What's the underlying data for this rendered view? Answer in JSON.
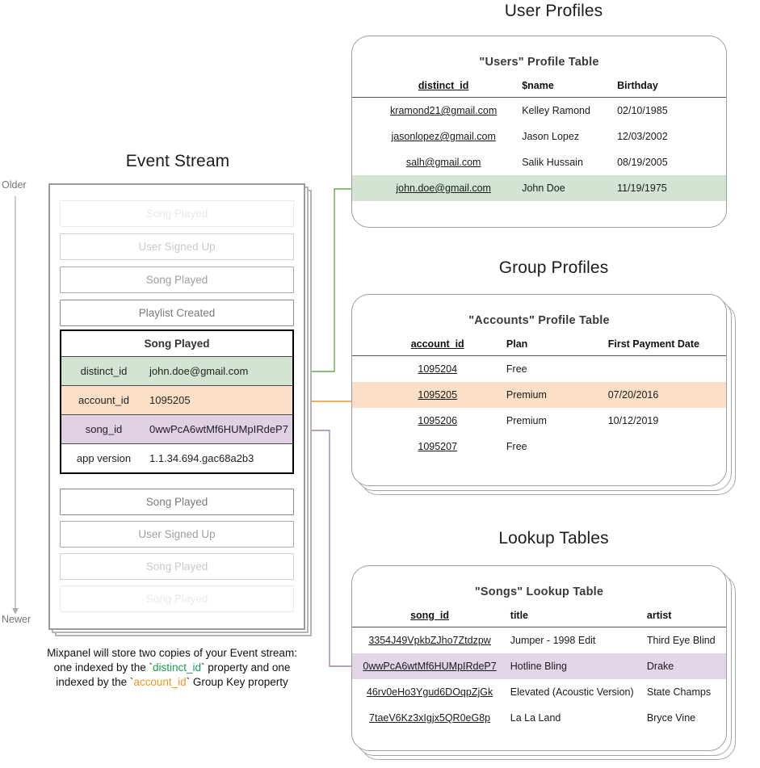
{
  "event_stream": {
    "title": "Event Stream",
    "axis": {
      "older_label": "Older",
      "newer_label": "Newer"
    },
    "events_before": [
      {
        "label": "Song Played",
        "fade": "fade-3"
      },
      {
        "label": "User Signed Up",
        "fade": "fade-2"
      },
      {
        "label": "Song Played",
        "fade": "fade-1"
      },
      {
        "label": "Playlist Created",
        "fade": "fade-0"
      }
    ],
    "expanded_event": {
      "name": "Song Played",
      "properties": [
        {
          "key": "distinct_id",
          "value": "john.doe@gmail.com",
          "highlight": "green"
        },
        {
          "key": "account_id",
          "value": "1095205",
          "highlight": "orange"
        },
        {
          "key": "song_id",
          "value": "0wwPcA6wtMf6HUMpIRdeP7",
          "highlight": "purple"
        },
        {
          "key": "app version",
          "value": "1.1.34.694.gac68a2b3",
          "highlight": "plain"
        }
      ]
    },
    "events_after": [
      {
        "label": "Song Played",
        "fade": "fade-0"
      },
      {
        "label": "User Signed Up",
        "fade": "fade-1"
      },
      {
        "label": "Song Played",
        "fade": "fade-2"
      },
      {
        "label": "Song Played",
        "fade": "fade-3"
      }
    ],
    "caption": {
      "line1": "Mixpanel will store two copies of your Event stream:",
      "line2_pre": "one indexed by the `",
      "line2_token": "distinct_id",
      "line2_post": "` property and one",
      "line3_pre": "indexed by the `",
      "line3_token": "account_id",
      "line3_post": "` Group Key property"
    }
  },
  "user_profiles": {
    "section_title": "User Profiles",
    "table_title": "\"Users\" Profile Table",
    "columns": [
      "distinct_id",
      "$name",
      "Birthday"
    ],
    "rows": [
      {
        "distinct_id": "kramond21@gmail.com",
        "name": "Kelley Ramond",
        "birthday": "02/10/1985",
        "highlight": ""
      },
      {
        "distinct_id": "jasonlopez@gmail.com",
        "name": "Jason Lopez",
        "birthday": "12/03/2002",
        "highlight": ""
      },
      {
        "distinct_id": "salh@gmail.com",
        "name": "Salik Hussain",
        "birthday": "08/19/2005",
        "highlight": ""
      },
      {
        "distinct_id": "john.doe@gmail.com",
        "name": "John Doe",
        "birthday": "11/19/1975",
        "highlight": "hl-green"
      }
    ]
  },
  "group_profiles": {
    "section_title": "Group Profiles",
    "table_title": "\"Accounts\" Profile Table",
    "columns": [
      "account_id",
      "Plan",
      "First Payment Date"
    ],
    "rows": [
      {
        "account_id": "1095204",
        "plan": "Free",
        "first_payment": "",
        "highlight": ""
      },
      {
        "account_id": "1095205",
        "plan": "Premium",
        "first_payment": "07/20/2016",
        "highlight": "hl-orange"
      },
      {
        "account_id": "1095206",
        "plan": "Premium",
        "first_payment": "10/12/2019",
        "highlight": ""
      },
      {
        "account_id": "1095207",
        "plan": "Free",
        "first_payment": "",
        "highlight": ""
      }
    ]
  },
  "lookup_tables": {
    "section_title": "Lookup Tables",
    "table_title": "\"Songs\" Lookup Table",
    "columns": [
      "song_id",
      "title",
      "artist"
    ],
    "rows": [
      {
        "song_id": "3354J49VpkbZJho7Ztdzpw",
        "title": "Jumper - 1998 Edit",
        "artist": "Third Eye Blind",
        "highlight": ""
      },
      {
        "song_id": "0wwPcA6wtMf6HUMpIRdeP7",
        "title": "Hotline Bling",
        "artist": "Drake",
        "highlight": "hl-purple"
      },
      {
        "song_id": "46rv0eHo3Ygud6DOqpZjGk",
        "title": "Elevated (Acoustic Version)",
        "artist": "State Champs",
        "highlight": ""
      },
      {
        "song_id": "7taeV6Kz3xIgjx5QR0eG8p",
        "title": "La La Land",
        "artist": "Bryce Vine",
        "highlight": ""
      }
    ]
  },
  "colors": {
    "green_highlight": "#d3e5d2",
    "orange_highlight": "#fbe0c7",
    "purple_highlight": "#e3d5e8",
    "green_connector": "#6aa84f",
    "orange_connector": "#e8971e",
    "purple_connector": "#9d84ab",
    "card_border": "#9e9e9e",
    "token_green": "#1d9a4e",
    "token_orange": "#f0951e"
  }
}
